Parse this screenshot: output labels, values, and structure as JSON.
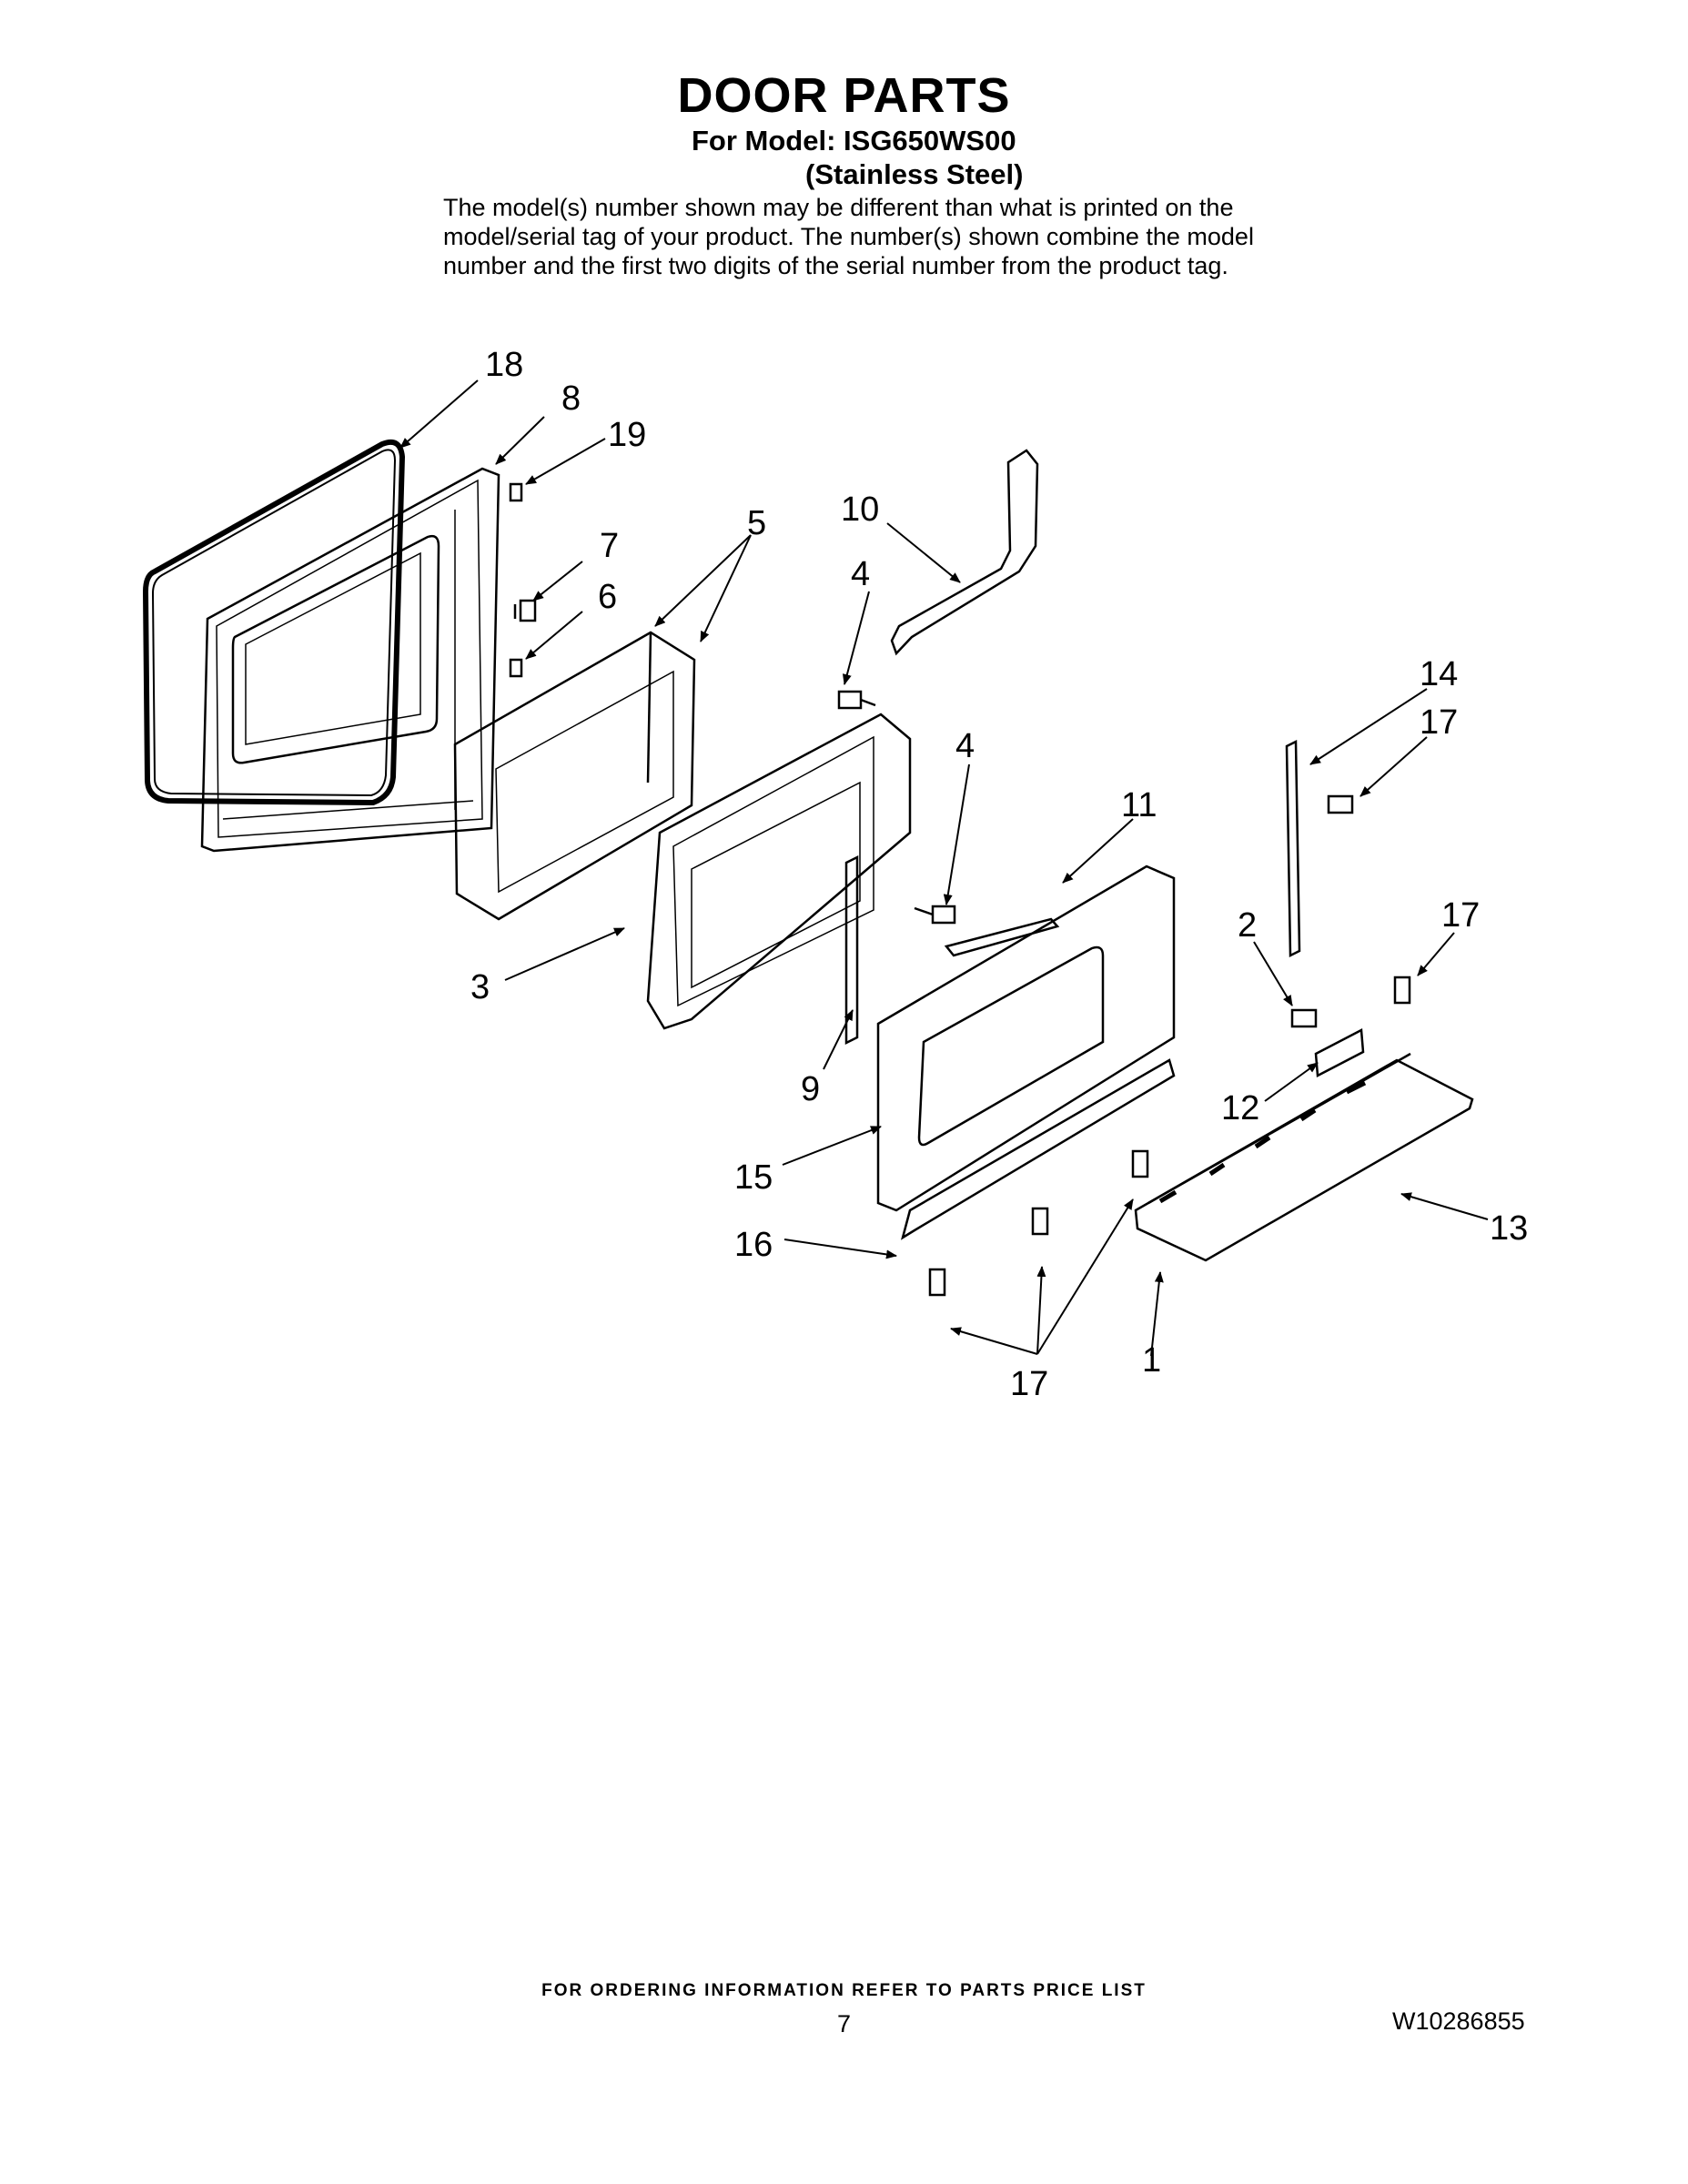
{
  "header": {
    "title": "DOOR PARTS",
    "model_line": "For Model: ISG650WS00",
    "finish_line": "(Stainless Steel)",
    "disclaimer": [
      "The model(s) number shown may be different than what is printed on the",
      "model/serial tag of your product. The number(s) shown combine the model",
      "number and the first two digits of the serial number from the product tag."
    ]
  },
  "callouts": [
    "18",
    "8",
    "19",
    "7",
    "6",
    "5",
    "10",
    "4",
    "4",
    "14",
    "17",
    "11",
    "3",
    "2",
    "17",
    "9",
    "12",
    "15",
    "13",
    "16",
    "1",
    "17"
  ],
  "footer": {
    "ordering_note": "FOR ORDERING INFORMATION REFER TO PARTS PRICE LIST",
    "page_number": "7",
    "document_number": "W10286855"
  }
}
